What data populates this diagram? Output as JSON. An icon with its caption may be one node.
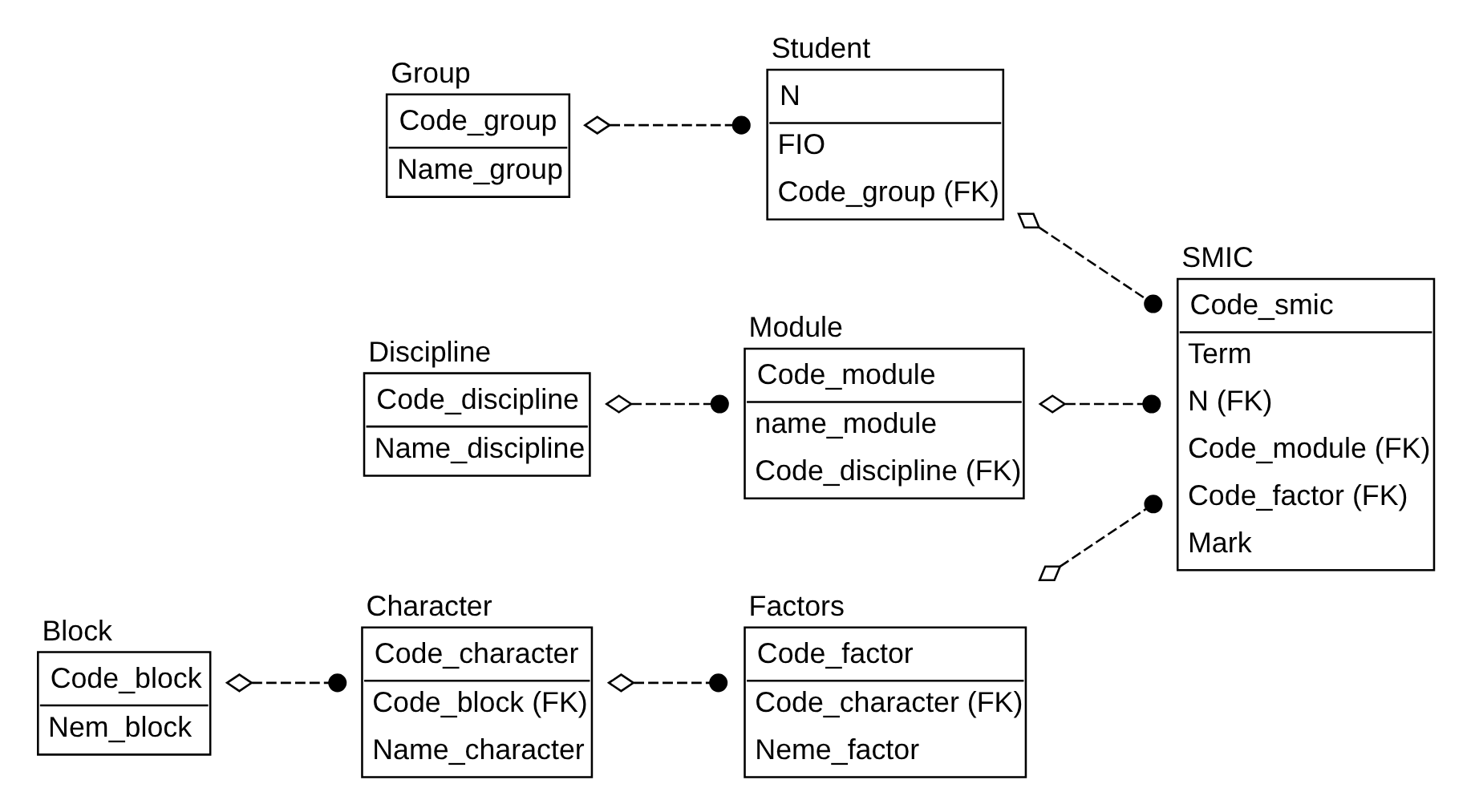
{
  "diagram": {
    "nodes": [
      {
        "text": [
          "Group",
          "Code_group",
          "Name_group"
        ]
      },
      {
        "text": [
          "Student",
          "N",
          "FIO",
          "Code_group (FK)"
        ]
      },
      {
        "text": [
          "Discipline",
          "Code_discipline",
          "Name_discipline"
        ]
      },
      {
        "text": [
          "Module",
          "Code_module",
          "name_module",
          "Code_discipline (FK)"
        ]
      },
      {
        "text": [
          "SMIC",
          "Code_smic",
          "Term",
          "N (FK)",
          "Code_module (FK)",
          "Code_factor (FK)",
          "Mark"
        ]
      },
      {
        "text": [
          "Block",
          "Code_block",
          "Nem_block"
        ]
      },
      {
        "text": [
          "Character",
          "Code_character",
          "Code_block (FK)",
          "Name_character"
        ]
      },
      {
        "text": [
          "Factors",
          "Code_factor",
          "Code_character (FK)",
          "Neme_factor"
        ]
      }
    ],
    "edges": [
      {
        "from": 0,
        "to": 1,
        "arrow": "other",
        "style": "dashed"
      },
      {
        "from": 1,
        "to": 4,
        "arrow": "other",
        "style": "dashed"
      },
      {
        "from": 2,
        "to": 3,
        "arrow": "other",
        "style": "dashed"
      },
      {
        "from": 3,
        "to": 4,
        "arrow": "other",
        "style": "dashed"
      },
      {
        "from": 7,
        "to": 4,
        "arrow": "other",
        "style": "dashed"
      },
      {
        "from": 5,
        "to": 6,
        "arrow": "other",
        "style": "dashed"
      },
      {
        "from": 6,
        "to": 7,
        "arrow": "other",
        "style": "dashed"
      }
    ]
  }
}
